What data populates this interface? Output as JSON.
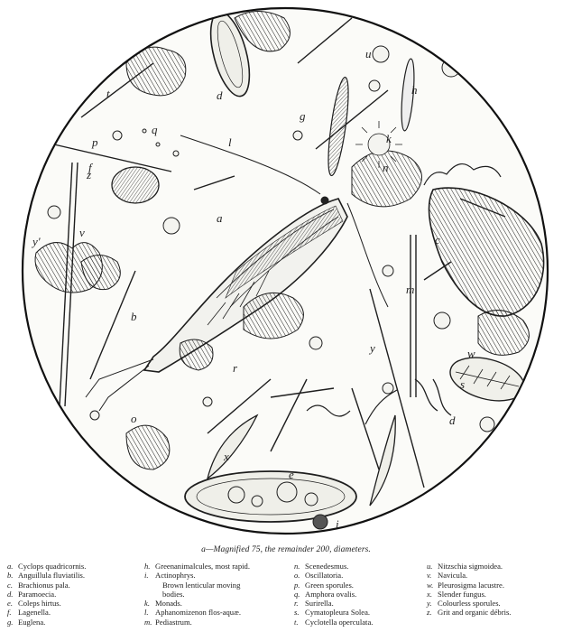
{
  "caption": "a—Magnified 75, the remainder 200, diameters.",
  "plate_labels": [
    "a",
    "b",
    "c",
    "d",
    "e",
    "f",
    "g",
    "h",
    "i",
    "k",
    "l",
    "m",
    "n",
    "o",
    "p",
    "q",
    "r",
    "s",
    "t",
    "u",
    "v",
    "w",
    "x",
    "y",
    "z",
    "d",
    "y'"
  ],
  "legend": {
    "col1": [
      {
        "key": "a.",
        "text": "Cyclops quadricornis."
      },
      {
        "key": "b.",
        "text": "Anguillula fluviatilis."
      },
      {
        "key": "c.",
        "text": "Brachionus pala."
      },
      {
        "key": "d.",
        "text": "Paramoecia."
      },
      {
        "key": "e.",
        "text": "Coleps hirtus."
      },
      {
        "key": "f.",
        "text": "Lagenella."
      },
      {
        "key": "g.",
        "text": "Euglena."
      }
    ],
    "col2": [
      {
        "key": "h.",
        "text": "Greenanimalcules, most rapid."
      },
      {
        "key": "i.",
        "text": "Actinophrys."
      },
      {
        "key": "",
        "text": "Brown    lenticular    moving"
      },
      {
        "key": "",
        "text": "bodies."
      },
      {
        "key": "k.",
        "text": "Monads."
      },
      {
        "key": "l.",
        "text": "Aphanomizenon flos-aquæ."
      },
      {
        "key": "m.",
        "text": "Pediastrum."
      }
    ],
    "col3": [
      {
        "key": "n.",
        "text": "Scenedesmus."
      },
      {
        "key": "o.",
        "text": "Oscillatoria."
      },
      {
        "key": "p.",
        "text": "Green sporules."
      },
      {
        "key": "q.",
        "text": "Amphora ovalis."
      },
      {
        "key": "r.",
        "text": "Surirella."
      },
      {
        "key": "s.",
        "text": "Cymatopleura Solea."
      },
      {
        "key": "t.",
        "text": "Cyclotella operculata."
      }
    ],
    "col4": [
      {
        "key": "u.",
        "text": "Nitzschia sigmoidea."
      },
      {
        "key": "v.",
        "text": "Navicula."
      },
      {
        "key": "w.",
        "text": "Pleurosigma lacustre."
      },
      {
        "key": "x.",
        "text": "Slender fungus."
      },
      {
        "key": "y.",
        "text": "Colourless sporules."
      },
      {
        "key": "z.",
        "text": "Grit and organic débris."
      }
    ]
  }
}
